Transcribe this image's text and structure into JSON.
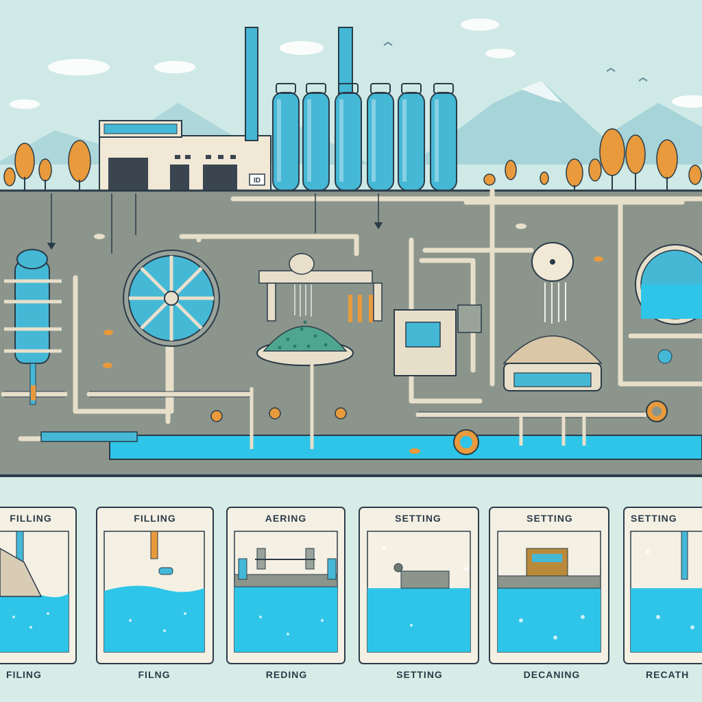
{
  "header_sign": "ID",
  "panels": [
    {
      "title": "FILLING",
      "caption": "FILING"
    },
    {
      "title": "FILLING",
      "caption": "FILNG"
    },
    {
      "title": "AERING",
      "caption": "REDING"
    },
    {
      "title": "SETTING",
      "caption": "SETTING"
    },
    {
      "title": "SETTING",
      "caption": "DECANING"
    },
    {
      "title": "SETTING",
      "caption": "RECATH"
    }
  ],
  "colors": {
    "sky": "#cfe9e6",
    "mountain": "#a7d4d9",
    "ground": "#8b958c",
    "tank": "#45b8d6",
    "water": "#2ec5e8",
    "pipe": "#e8dfcb",
    "tree": "#e89a3c",
    "building": "#f1e8d6"
  }
}
